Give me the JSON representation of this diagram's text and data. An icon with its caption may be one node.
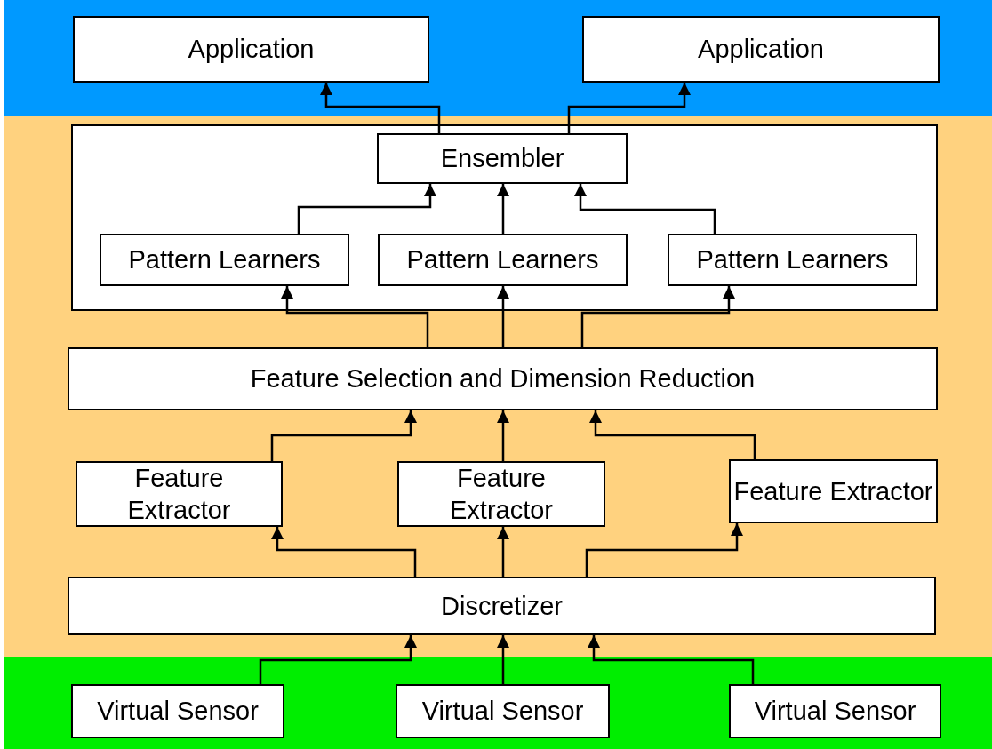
{
  "diagram": {
    "nodes": [
      {
        "text": [
          "Application"
        ]
      },
      {
        "text": [
          "Application"
        ]
      },
      {
        "text": [],
        "shape": "box"
      },
      {
        "text": [
          "Ensembler"
        ],
        "in": 2
      },
      {
        "text": [
          "Pattern Learners"
        ],
        "in": 2
      },
      {
        "text": [
          "Pattern Learners"
        ],
        "in": 2
      },
      {
        "text": [
          "Pattern Learners"
        ],
        "in": 2
      },
      {
        "text": [
          "Feature Selection and Dimension Reduction"
        ]
      },
      {
        "text": [
          "Feature Extractor"
        ]
      },
      {
        "text": [
          "Feature Extractor"
        ]
      },
      {
        "text": [
          "Feature Extractor"
        ]
      },
      {
        "text": [
          "Discretizer"
        ]
      },
      {
        "text": [
          "Virtual Sensor"
        ]
      },
      {
        "text": [
          "Virtual Sensor"
        ]
      },
      {
        "text": [
          "Virtual Sensor"
        ]
      }
    ],
    "edges": [
      {
        "from": 3,
        "to": 0,
        "arrow": "to"
      },
      {
        "from": 3,
        "to": 1,
        "arrow": "to"
      },
      {
        "from": 4,
        "to": 3,
        "arrow": "to"
      },
      {
        "from": 5,
        "to": 3,
        "arrow": "to"
      },
      {
        "from": 6,
        "to": 3,
        "arrow": "to"
      },
      {
        "from": 7,
        "to": 4,
        "arrow": "to"
      },
      {
        "from": 7,
        "to": 5,
        "arrow": "to"
      },
      {
        "from": 7,
        "to": 6,
        "arrow": "to"
      },
      {
        "from": 8,
        "to": 7,
        "arrow": "to"
      },
      {
        "from": 9,
        "to": 7,
        "arrow": "to"
      },
      {
        "from": 10,
        "to": 7,
        "arrow": "to"
      },
      {
        "from": 11,
        "to": 8,
        "arrow": "to"
      },
      {
        "from": 11,
        "to": 9,
        "arrow": "to"
      },
      {
        "from": 11,
        "to": 10,
        "arrow": "to"
      },
      {
        "from": 12,
        "to": 11,
        "arrow": "to"
      },
      {
        "from": 13,
        "to": 11,
        "arrow": "to"
      },
      {
        "from": 14,
        "to": 11,
        "arrow": "to"
      }
    ]
  }
}
